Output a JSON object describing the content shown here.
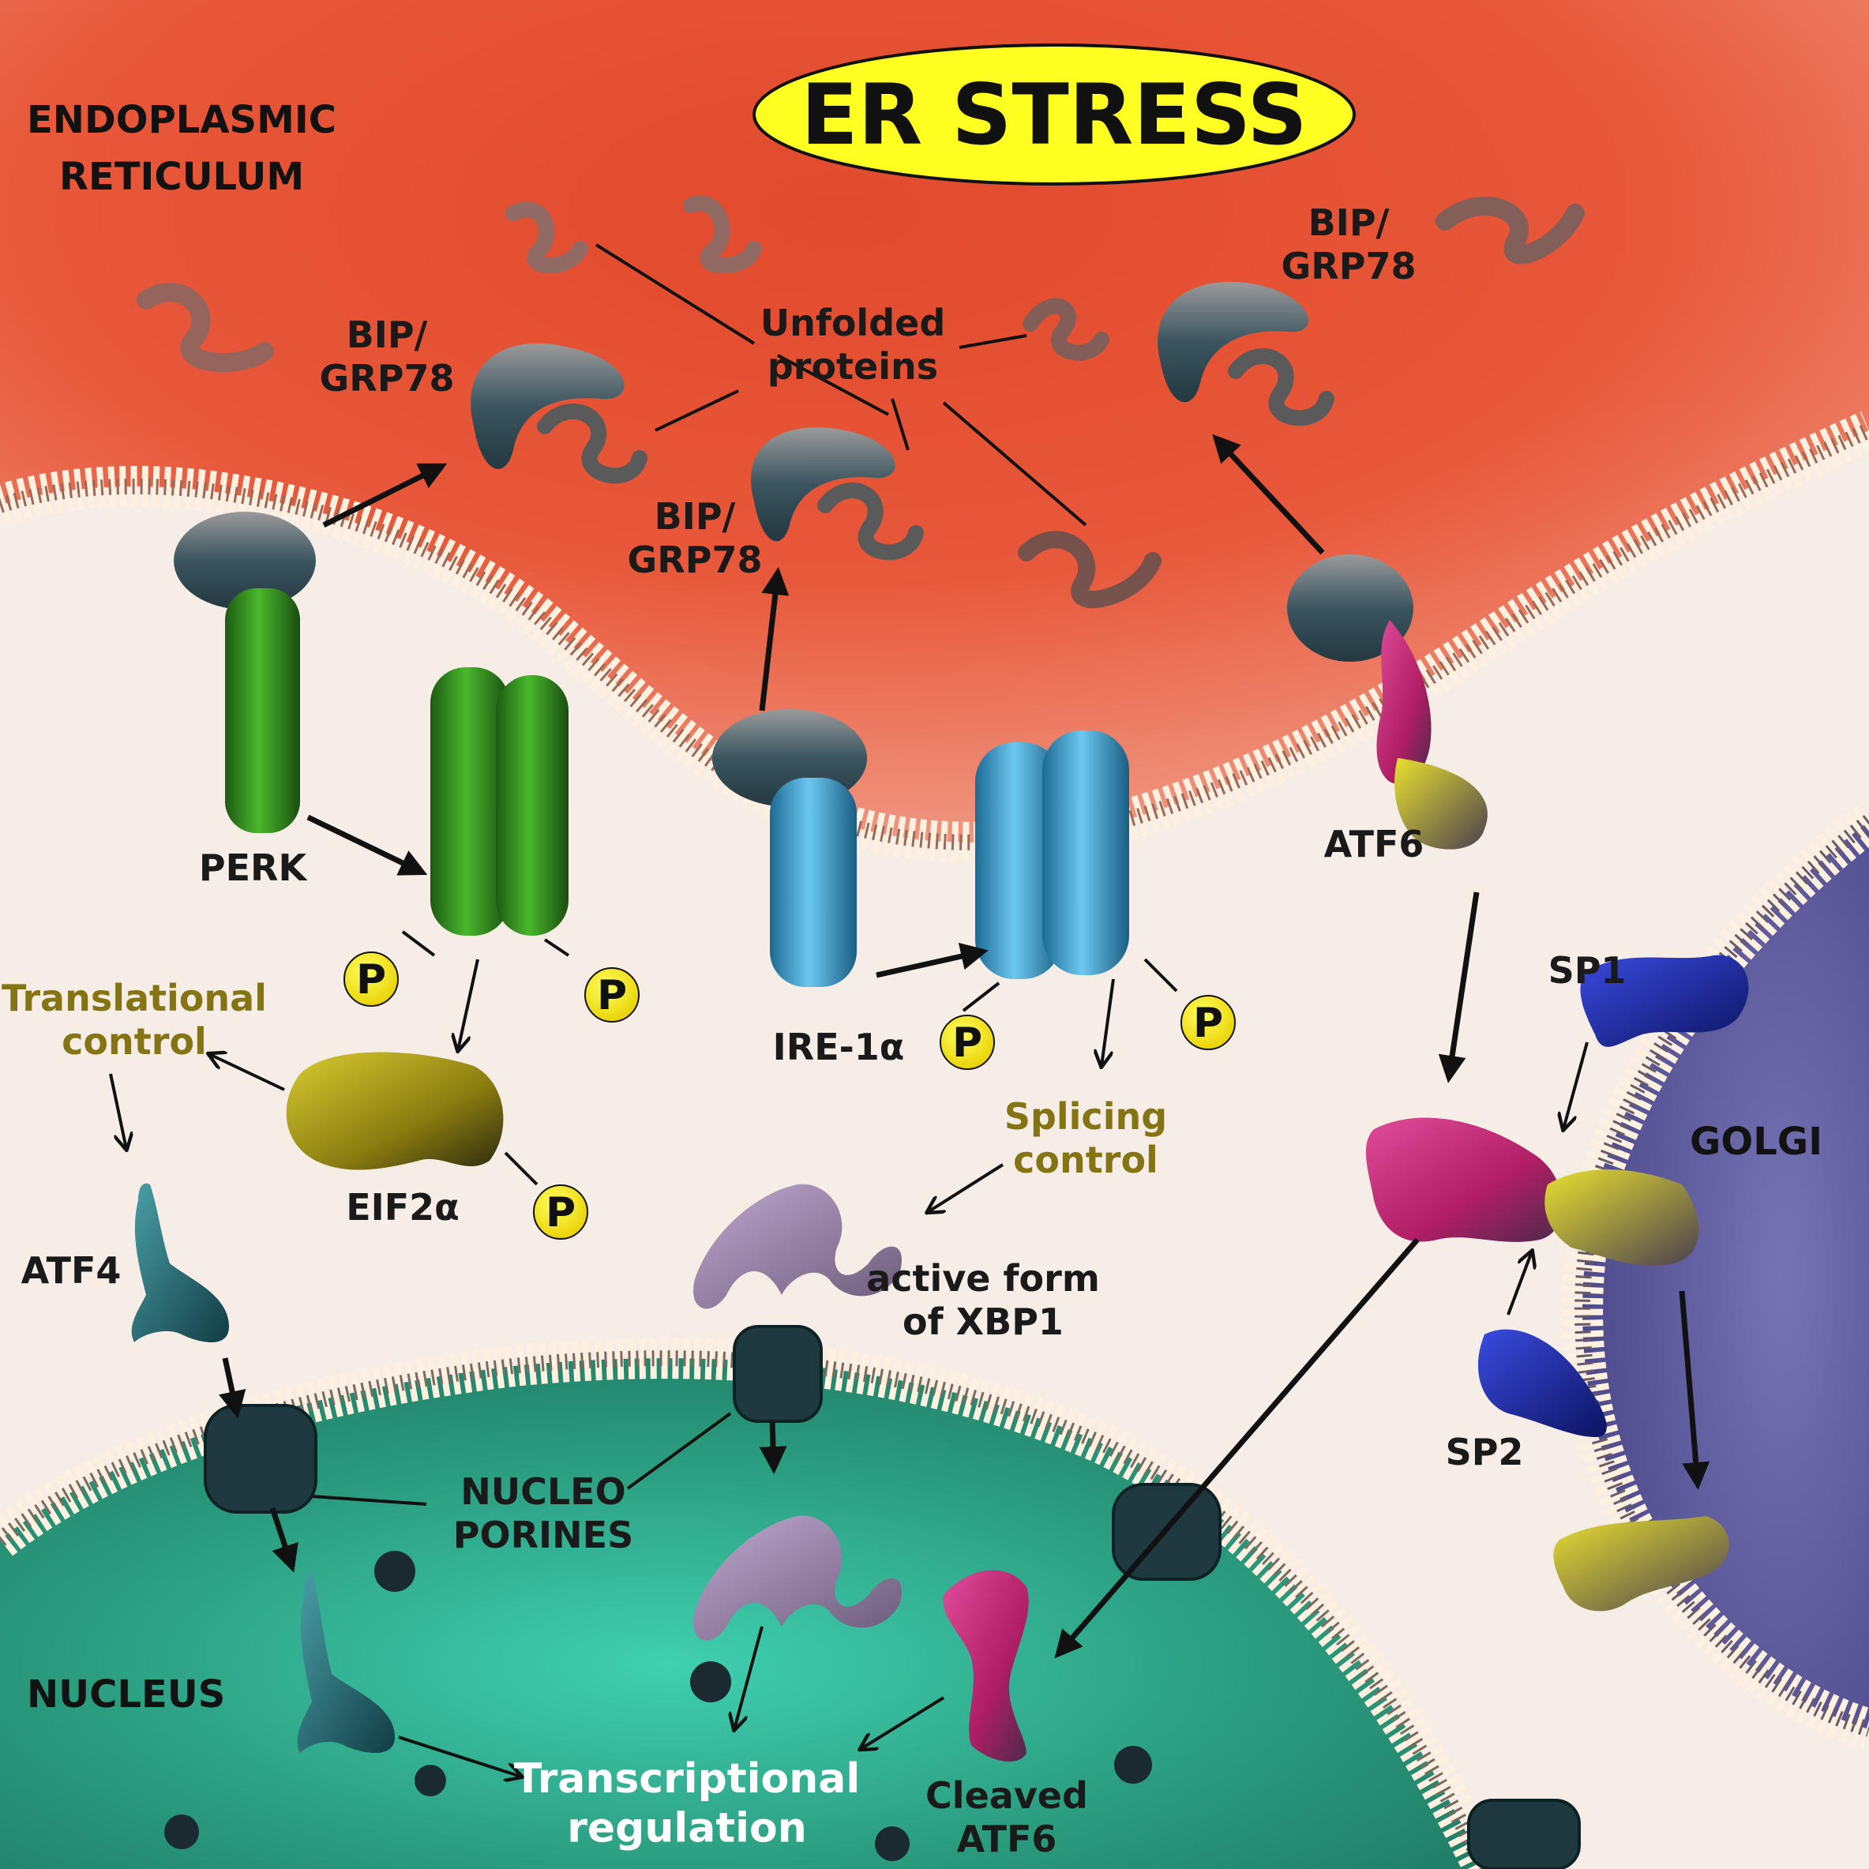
{
  "title": "ER STRESS",
  "regions": {
    "er": "ENDOPLASMIC\nRETICULUM",
    "nucleus": "NUCLEUS",
    "golgi": "GOLGI"
  },
  "labels": {
    "bip_left": "BIP/\nGRP78",
    "bip_center": "BIP/\nGRP78",
    "bip_right": "BIP/\nGRP78",
    "unfolded": "Unfolded\nproteins",
    "perk": "PERK",
    "ire1a": "IRE-1α",
    "atf6": "ATF6",
    "eif2a": "EIF2α",
    "atf4": "ATF4",
    "translational": "Translational\ncontrol",
    "splicing": "Splicing\ncontrol",
    "xbp1": "active form\nof XBP1",
    "nucleoporines": "NUCLEO\nPORINES",
    "transcriptional": "Transcriptional\nregulation",
    "cleaved_atf6": "Cleaved\nATF6",
    "sp1": "SP1",
    "sp2": "SP2",
    "phospho": "P"
  },
  "colors": {
    "er": "#e8462a",
    "nucleus": "#2aa07f",
    "golgi": "#6e6aa8",
    "cytoplasm": "#f6ede6",
    "title_fill": "#ffff22",
    "perk": "#2f8a1e",
    "ire1a": "#3aa2d8",
    "atf6": "#c8286e",
    "sp": "#1a2aa8",
    "eif2a": "#a89a12",
    "olive_text": "#857414"
  },
  "icons": [
    "bip-chaperone-icon",
    "unfolded-protein-icon",
    "phosphate-icon",
    "nuclear-pore-icon",
    "membrane-icon",
    "arrow-icon"
  ]
}
